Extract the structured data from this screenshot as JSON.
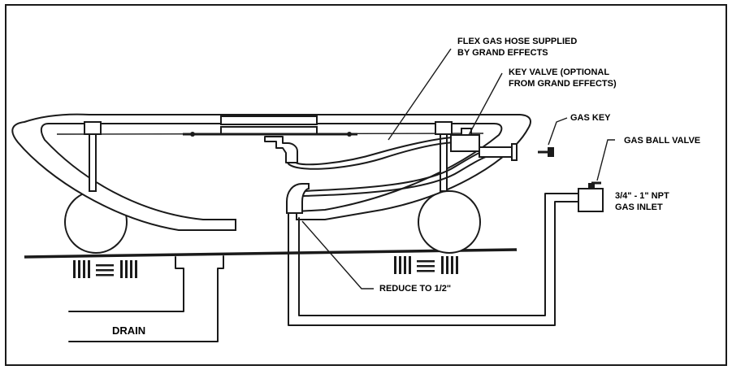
{
  "labels": {
    "flex_hose": "FLEX GAS HOSE SUPPLIED\nBY GRAND EFFECTS",
    "key_valve": "KEY VALVE (OPTIONAL\nFROM GRAND EFFECTS)",
    "gas_key": "GAS KEY",
    "gas_ball_valve": "GAS BALL VALVE",
    "npt_inlet": "3/4\" - 1\" NPT\nGAS INLET",
    "reduce": "REDUCE TO 1/2\"",
    "drain": "DRAIN"
  },
  "icons": [
    "gas-key-icon",
    "ball-valve-icon",
    "key-valve-icon"
  ]
}
